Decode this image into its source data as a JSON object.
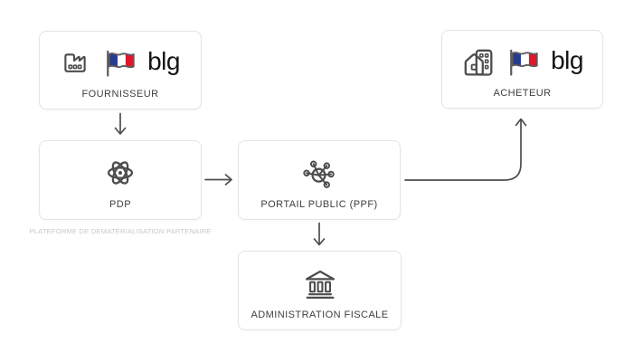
{
  "diagram": {
    "topic": "french-e-invoicing-flow",
    "background": "#ffffff"
  },
  "nodes": {
    "fournisseur": {
      "label": "FOURNISSEUR",
      "logo": "blg",
      "icons": [
        "factory-icon",
        "france-flag-icon"
      ]
    },
    "acheteur": {
      "label": "ACHETEUR",
      "logo": "blg",
      "icons": [
        "home-building-icon",
        "france-flag-icon"
      ]
    },
    "pdp": {
      "label": "PDP",
      "caption": "PLATEFORME DE DEMATÉRIALISATION PARTENAIRE",
      "icon": "atom-icon"
    },
    "ppf": {
      "label": "PORTAIL PUBLIC (PPF)",
      "icon": "network-hub-icon"
    },
    "administration_fiscale": {
      "label": "ADMINISTRATION FISCALE",
      "icon": "bank-icon"
    }
  },
  "edges": [
    {
      "from": "fournisseur",
      "to": "pdp",
      "shape": "straight-down-arrow"
    },
    {
      "from": "pdp",
      "to": "ppf",
      "shape": "straight-right-arrow"
    },
    {
      "from": "ppf",
      "to": "administration_fiscale",
      "shape": "straight-down-arrow"
    },
    {
      "from": "ppf",
      "to": "acheteur",
      "shape": "elbow-right-then-up-arrow"
    }
  ],
  "colors": {
    "arrow": "#4d4d4d",
    "icon_stroke": "#4d4d4d",
    "box_border": "#e4e4e4",
    "label_text": "#3e3e3e",
    "caption_text": "#c7c7c7",
    "logo_text": "#151515",
    "flag_blue": "#283c8f",
    "flag_white": "#ffffff",
    "flag_red": "#e0162b",
    "background": "#ffffff"
  }
}
